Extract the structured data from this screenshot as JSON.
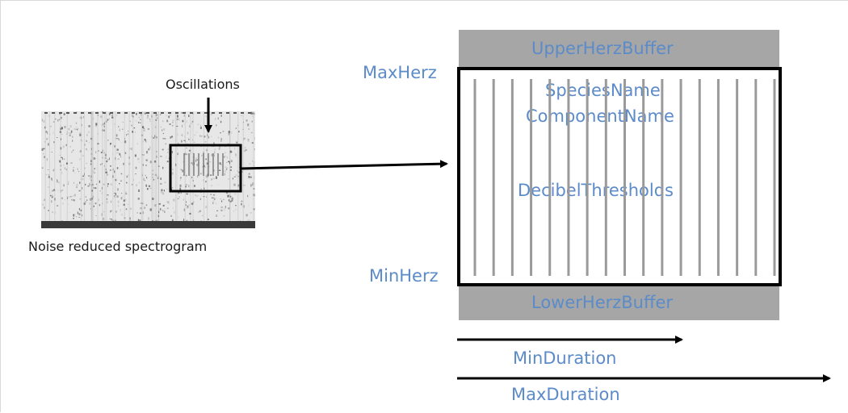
{
  "labels": {
    "oscillations": "Oscillations",
    "spectrogram_caption": "Noise reduced spectrogram",
    "upper_buffer": "UpperHerzBuffer",
    "lower_buffer": "LowerHerzBuffer",
    "max_herz": "MaxHerz",
    "min_herz": "MinHerz",
    "species_name": "SpeciesName",
    "component_name": "ComponentName",
    "decibel_thresholds": "DecibelThresholds",
    "min_duration": "MinDuration",
    "max_duration": "MaxDuration"
  },
  "colors": {
    "label_blue": "#5b8bc9",
    "buffer_gray": "#a6a6a6",
    "line_gray": "#9a9a9a",
    "outline": "#000000"
  },
  "oscillation_line_count": 17
}
